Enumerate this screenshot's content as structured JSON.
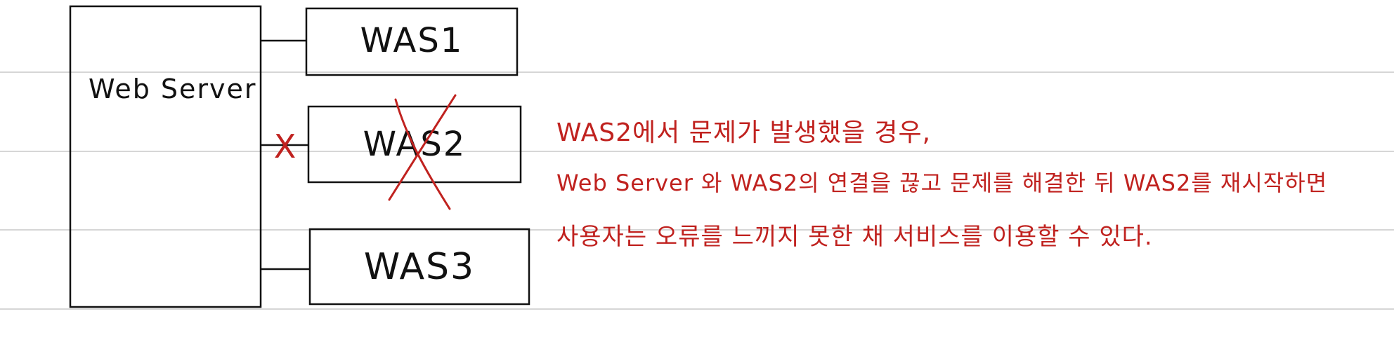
{
  "diagram": {
    "web_server_label": "Web Server",
    "was_nodes": [
      {
        "label": "WAS1"
      },
      {
        "label": "WAS2"
      },
      {
        "label": "WAS3"
      }
    ],
    "failed_node": "WAS2",
    "connection_cut_mark": "X"
  },
  "notes": {
    "line1": "WAS2에서 문제가 발생했을 경우,",
    "line2": "Web Server 와 WAS2의 연결을 끊고 문제를 해결한 뒤 WAS2를 재시작하면",
    "line3": "사용자는 오류를 느끼지 못한 채 서비스를 이용할 수 있다."
  },
  "colors": {
    "ink": "#111111",
    "annotation": "#c0221f",
    "ruled_line": "#d6d6d6",
    "background": "#ffffff"
  }
}
